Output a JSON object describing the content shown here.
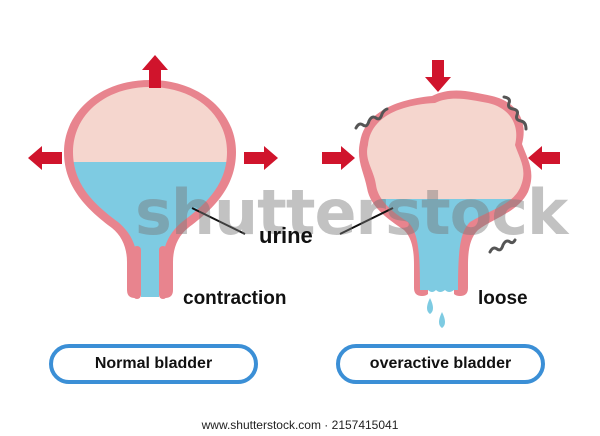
{
  "diagram": {
    "labels": {
      "urine": "urine",
      "normal_state": "contraction",
      "overactive_state": "loose"
    },
    "panels": [
      {
        "title": "Normal bladder",
        "arrows": "outward (up, left, right)"
      },
      {
        "title": "overactive bladder",
        "arrows": "inward (down, left, right)"
      }
    ],
    "watermark": "shutterstock",
    "credit": "www.shutterstock.com · 2157415041",
    "colors": {
      "wall": "#e8848e",
      "inner_empty": "#f5d6ce",
      "urine": "#7ecbe2",
      "arrow": "#d0142c",
      "pill_border": "#3b8fd6",
      "squiggle": "#555555"
    }
  }
}
